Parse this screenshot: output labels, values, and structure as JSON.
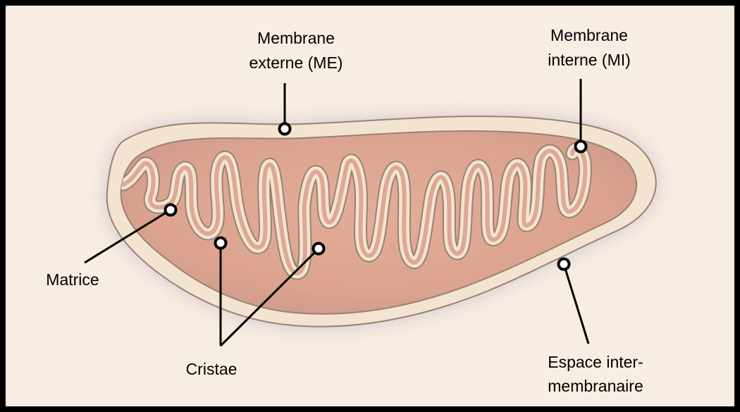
{
  "colors": {
    "background": "#f8ede2",
    "frame": "#000000",
    "membrane_fill": "#f3e4d2",
    "membrane_outline": "#9a8170",
    "matrix": "#dca490",
    "halo": "#9d8fb5",
    "leader": "#000000"
  },
  "labels": {
    "outer_membrane": {
      "line1": "Membrane",
      "line2": "externe (ME)"
    },
    "inner_membrane": {
      "line1": "Membrane",
      "line2": "interne (MI)"
    },
    "matrix": {
      "line1": "Matrice"
    },
    "cristae": {
      "line1": "Cristae"
    },
    "intermembrane_space": {
      "line1": "Espace inter-",
      "line2": "membranaire"
    }
  }
}
